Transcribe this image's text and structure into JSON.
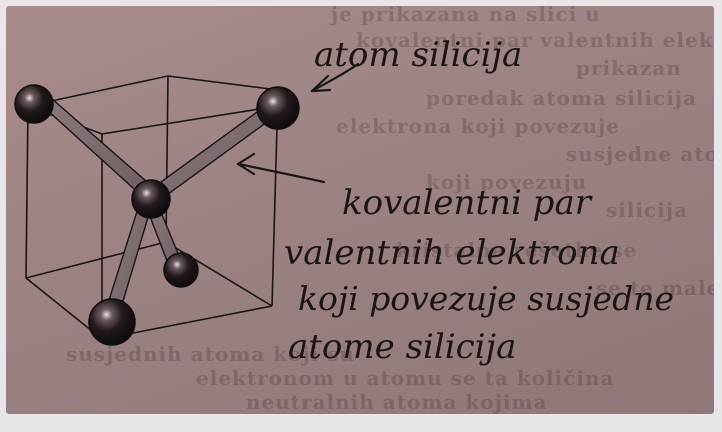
{
  "background_text": [
    "je prikazana na slici u",
    "kovalentni par valentnih elektrona, a",
    "prikazan",
    "poredak atoma silicija",
    "elektrona koji povezuje",
    "susjedne atome",
    "koji povezuju",
    "silicija",
    "kristalne rešetke se",
    "se te male",
    "susjednih atoma koji su",
    "elektronom u atomu se ta količina",
    "neutralnih atoma kojima"
  ],
  "labels": {
    "atom": "atom silicija",
    "pair_line1": "kovalentni par",
    "pair_line2": "valentnih elektrona",
    "pair_line3": "koji povezuje susjedne",
    "pair_line4": "atome silicija"
  },
  "colors": {
    "ink": "#1b1416",
    "page": "#a08687",
    "frame": "#e9e5e8"
  }
}
